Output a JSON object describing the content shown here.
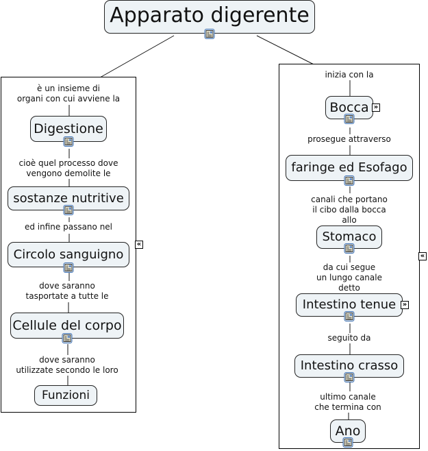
{
  "map": {
    "root": {
      "label": "Apparato digerente"
    },
    "left_branch": {
      "link_phrase": "è un insieme di\norgani con cui avviene la",
      "nodes": [
        {
          "label": "Digestione",
          "has_resource": true
        },
        {
          "label": "sostanze nutritive",
          "has_resource": true
        },
        {
          "label": "Circolo sanguigno",
          "has_resource": true
        },
        {
          "label": "Cellule del corpo",
          "has_resource": true
        },
        {
          "label": "Funzioni",
          "has_resource": false
        }
      ],
      "phrases": [
        "cioè quel processo dove\nvengono demolite le",
        "ed infine passano nel",
        "dove saranno\ntasportate a tutte le",
        "dove saranno\nutilizzate secondo le loro"
      ],
      "collapse_glyph": "«"
    },
    "right_branch": {
      "link_phrase": "inizia con la",
      "nodes": [
        {
          "label": "Bocca",
          "has_resource": true,
          "expandable": true
        },
        {
          "label": "faringe ed Esofago",
          "has_resource": true
        },
        {
          "label": "Stomaco",
          "has_resource": true
        },
        {
          "label": "Intestino tenue",
          "has_resource": true,
          "expandable": true
        },
        {
          "label": "Intestino crasso",
          "has_resource": true
        },
        {
          "label": "Ano",
          "has_resource": true
        }
      ],
      "phrases": [
        "prosegue attraverso",
        "canali che portano\nil cibo dalla bocca allo",
        "da cui segue\nun lungo canale detto",
        "seguito da",
        "ultimo canale\nche termina con"
      ],
      "collapse_glyph": "«",
      "expand_glyph": "»"
    }
  },
  "icons": {
    "resource": "resource-document-icon",
    "expand": "expand-icon",
    "collapse": "collapse-icon"
  },
  "colors": {
    "concept_fill": "#eef3f6",
    "concept_border": "#222222",
    "resource_icon_border": "#3d6fb0",
    "line": "#000000"
  }
}
